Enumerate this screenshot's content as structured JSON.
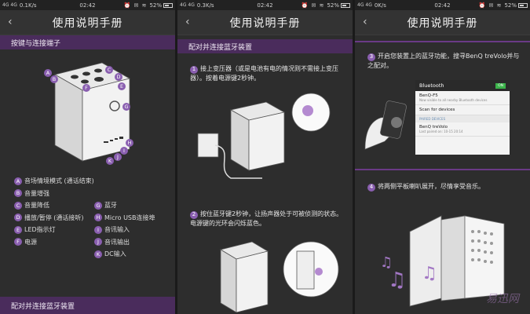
{
  "status": {
    "s1": {
      "signal": "4G 4G",
      "speed": "0.1K/s",
      "time": "02:42",
      "battery": "52%"
    },
    "s2": {
      "signal": "4G 4G",
      "speed": "0.3K/s",
      "time": "02:42",
      "battery": "52%"
    },
    "s3": {
      "signal": "4G 4G",
      "speed": "0K/s",
      "time": "02:42",
      "battery": "52%"
    }
  },
  "title": "使用说明手册",
  "back_glyph": "‹",
  "screen1": {
    "section": "按键与连接端子",
    "bottom_section": "配对并连接蓝牙装置",
    "diagram_labels": [
      "A",
      "B",
      "C",
      "D",
      "E",
      "F",
      "G",
      "H",
      "I",
      "J",
      "K"
    ],
    "legend_left": [
      {
        "k": "A",
        "t": "音场情境模式 (通话结束)"
      },
      {
        "k": "B",
        "t": "音量增强"
      },
      {
        "k": "C",
        "t": "音量降低"
      },
      {
        "k": "D",
        "t": "播放/暂停 (通话接听)"
      },
      {
        "k": "E",
        "t": "LED指示灯"
      },
      {
        "k": "F",
        "t": "电源"
      }
    ],
    "legend_right": [
      {
        "k": "G",
        "t": "蓝牙"
      },
      {
        "k": "H",
        "t": "Micro USB连接埠"
      },
      {
        "k": "I",
        "t": "音讯输入"
      },
      {
        "k": "J",
        "t": "音讯输出"
      },
      {
        "k": "K",
        "t": "DC输入"
      }
    ]
  },
  "screen2": {
    "section": "配对并连接蓝牙装置",
    "step1": {
      "n": "1",
      "text": "接上变压器（或是电池有电的情况则不需接上变压器）。按着电源键2秒钟。"
    },
    "step2": {
      "n": "2",
      "text": "按住蓝牙键2秒钟，让扬声器处于可被侦测的状态。电源键的光环会闪烁蓝色。"
    }
  },
  "screen3": {
    "step3": {
      "n": "3",
      "text": "开启您装置上的蓝牙功能，搜寻BenQ treVolo并与之配对。"
    },
    "step4": {
      "n": "4",
      "text": "将两侧平板喇叭展开，尽情享受音乐。"
    },
    "bt": {
      "title": "Bluetooth",
      "toggle": "ON",
      "device_name": "BenQ-F5",
      "device_sub": "Now visible to all nearby Bluetooth devices",
      "scan": "Scan for devices",
      "paired_header": "PAIRED DEVICES",
      "paired_name": "BenQ treVolo",
      "paired_sub": "Last paired on: 10-15 20:14"
    }
  },
  "watermark": "易迅网",
  "colors": {
    "accent": "#8a5fb0",
    "section_bg": "#4a2c5c",
    "screen_bg": "#2d2d2d"
  }
}
